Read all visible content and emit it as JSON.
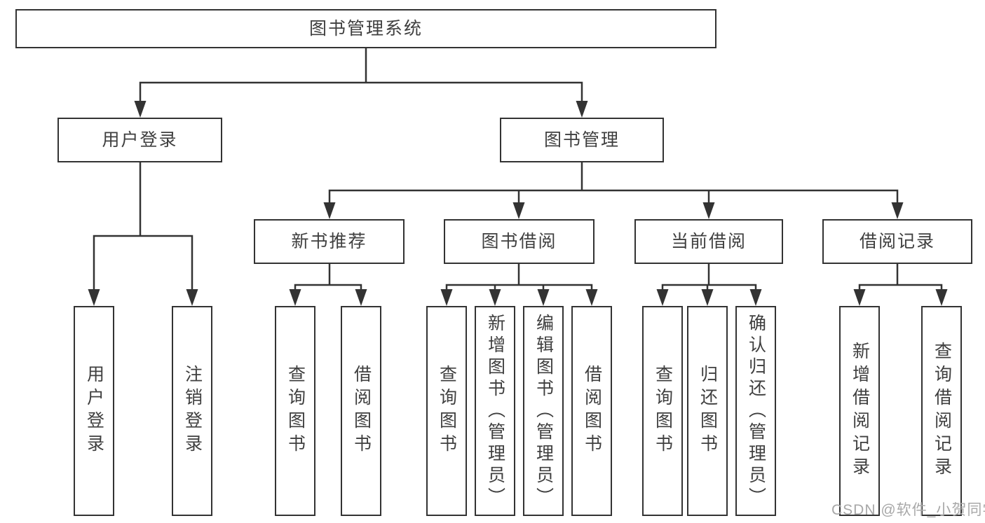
{
  "palette": {
    "line": "#333333",
    "box_border": "#333333",
    "box_fill": "#ffffff",
    "text": "#3f3f3f",
    "watermark": "#a8a8a8"
  },
  "watermark": {
    "text": "CSDN @软件_小贺同学"
  },
  "tree": {
    "root": {
      "label": "图书管理系统"
    },
    "branches": [
      {
        "label": "用户登录",
        "children": [
          {
            "label": "用户登录"
          },
          {
            "label": "注销登录"
          }
        ]
      },
      {
        "label": "图书管理",
        "children": [
          {
            "label": "新书推荐",
            "children": [
              {
                "label": "查询图书"
              },
              {
                "label": "借阅图书"
              }
            ]
          },
          {
            "label": "图书借阅",
            "children": [
              {
                "label": "查询图书"
              },
              {
                "label": "新增图书（管理员）"
              },
              {
                "label": "编辑图书（管理员）"
              },
              {
                "label": "借阅图书"
              }
            ]
          },
          {
            "label": "当前借阅",
            "children": [
              {
                "label": "查询图书"
              },
              {
                "label": "归还图书"
              },
              {
                "label": "确认归还（管理员）"
              }
            ]
          },
          {
            "label": "借阅记录",
            "children": [
              {
                "label": "新增借阅记录"
              },
              {
                "label": "查询借阅记录"
              }
            ]
          }
        ]
      }
    ]
  }
}
